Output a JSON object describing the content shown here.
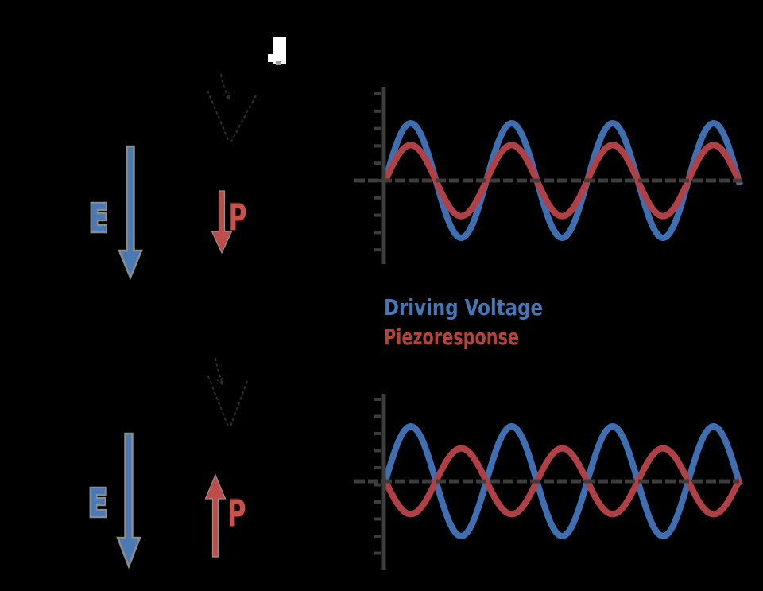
{
  "figure_labels": {
    "top_field": "E",
    "top_polarization": "P",
    "bottom_field": "E",
    "bottom_polarization": "P"
  },
  "legend": {
    "items": [
      {
        "label": "Driving Voltage",
        "color": "#4478b8"
      },
      {
        "label": "Piezoresponse",
        "color": "#b5433c"
      }
    ]
  },
  "colors": {
    "background": "#000000",
    "axis_gray": "#3d3d3d",
    "wave_blue": "#3d6fb2",
    "wave_red": "#b04045",
    "arrow_blue": "#4a7ab5",
    "arrow_blue_outline": "#8c8c8c",
    "arrow_red": "#c9514c",
    "sketch_halo": "rgba(255,255,255,0.18)",
    "white_patch": "#ffffff"
  },
  "icons": {
    "top_panel": [
      "e-field-arrow-down-icon",
      "afm-tip-outline-icon",
      "oscillation-arrow-down-icon",
      "polarization-arrow-down-icon"
    ],
    "bottom_panel": [
      "e-field-arrow-down-icon",
      "afm-tip-outline-icon",
      "oscillation-arrow-up-icon",
      "polarization-arrow-up-icon"
    ]
  },
  "chart_data": [
    {
      "type": "line",
      "title": "",
      "x_periods": 3.5,
      "grid": false,
      "axis_style": "dashed-zero-line-with-left-ticks",
      "legend_position": "below-left",
      "series": [
        {
          "name": "Driving Voltage",
          "color": "#3d6fb2",
          "amplitude": 1.0,
          "phase_deg": 0
        },
        {
          "name": "Piezoresponse",
          "color": "#b04045",
          "amplitude": 0.62,
          "phase_deg": 0
        }
      ]
    },
    {
      "type": "line",
      "title": "",
      "x_periods": 3.5,
      "grid": false,
      "axis_style": "dashed-zero-line-with-left-ticks",
      "series": [
        {
          "name": "Driving Voltage",
          "color": "#3d6fb2",
          "amplitude": 1.0,
          "phase_deg": 0
        },
        {
          "name": "Piezoresponse",
          "color": "#b04045",
          "amplitude": 0.6,
          "phase_deg": 180
        }
      ]
    }
  ]
}
